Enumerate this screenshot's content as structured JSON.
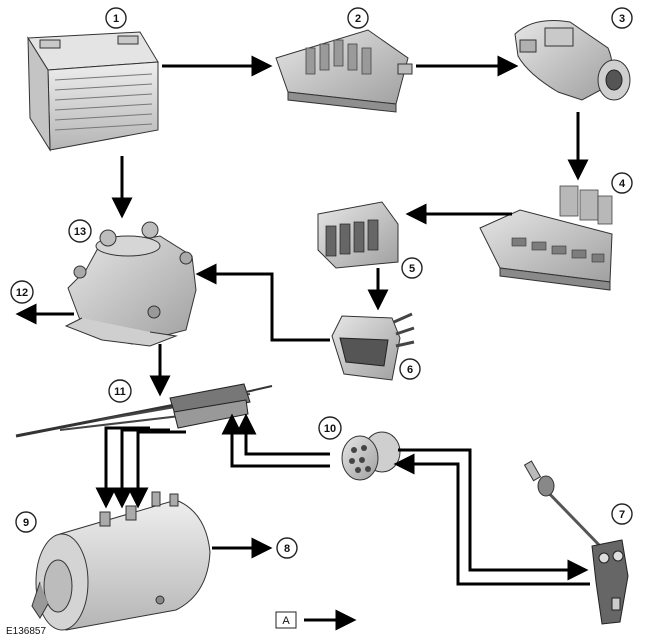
{
  "callouts": [
    "1",
    "2",
    "3",
    "4",
    "5",
    "6",
    "7",
    "8",
    "9",
    "10",
    "11",
    "12",
    "13"
  ],
  "legend": {
    "key_label": "A"
  },
  "reference": "E136857"
}
